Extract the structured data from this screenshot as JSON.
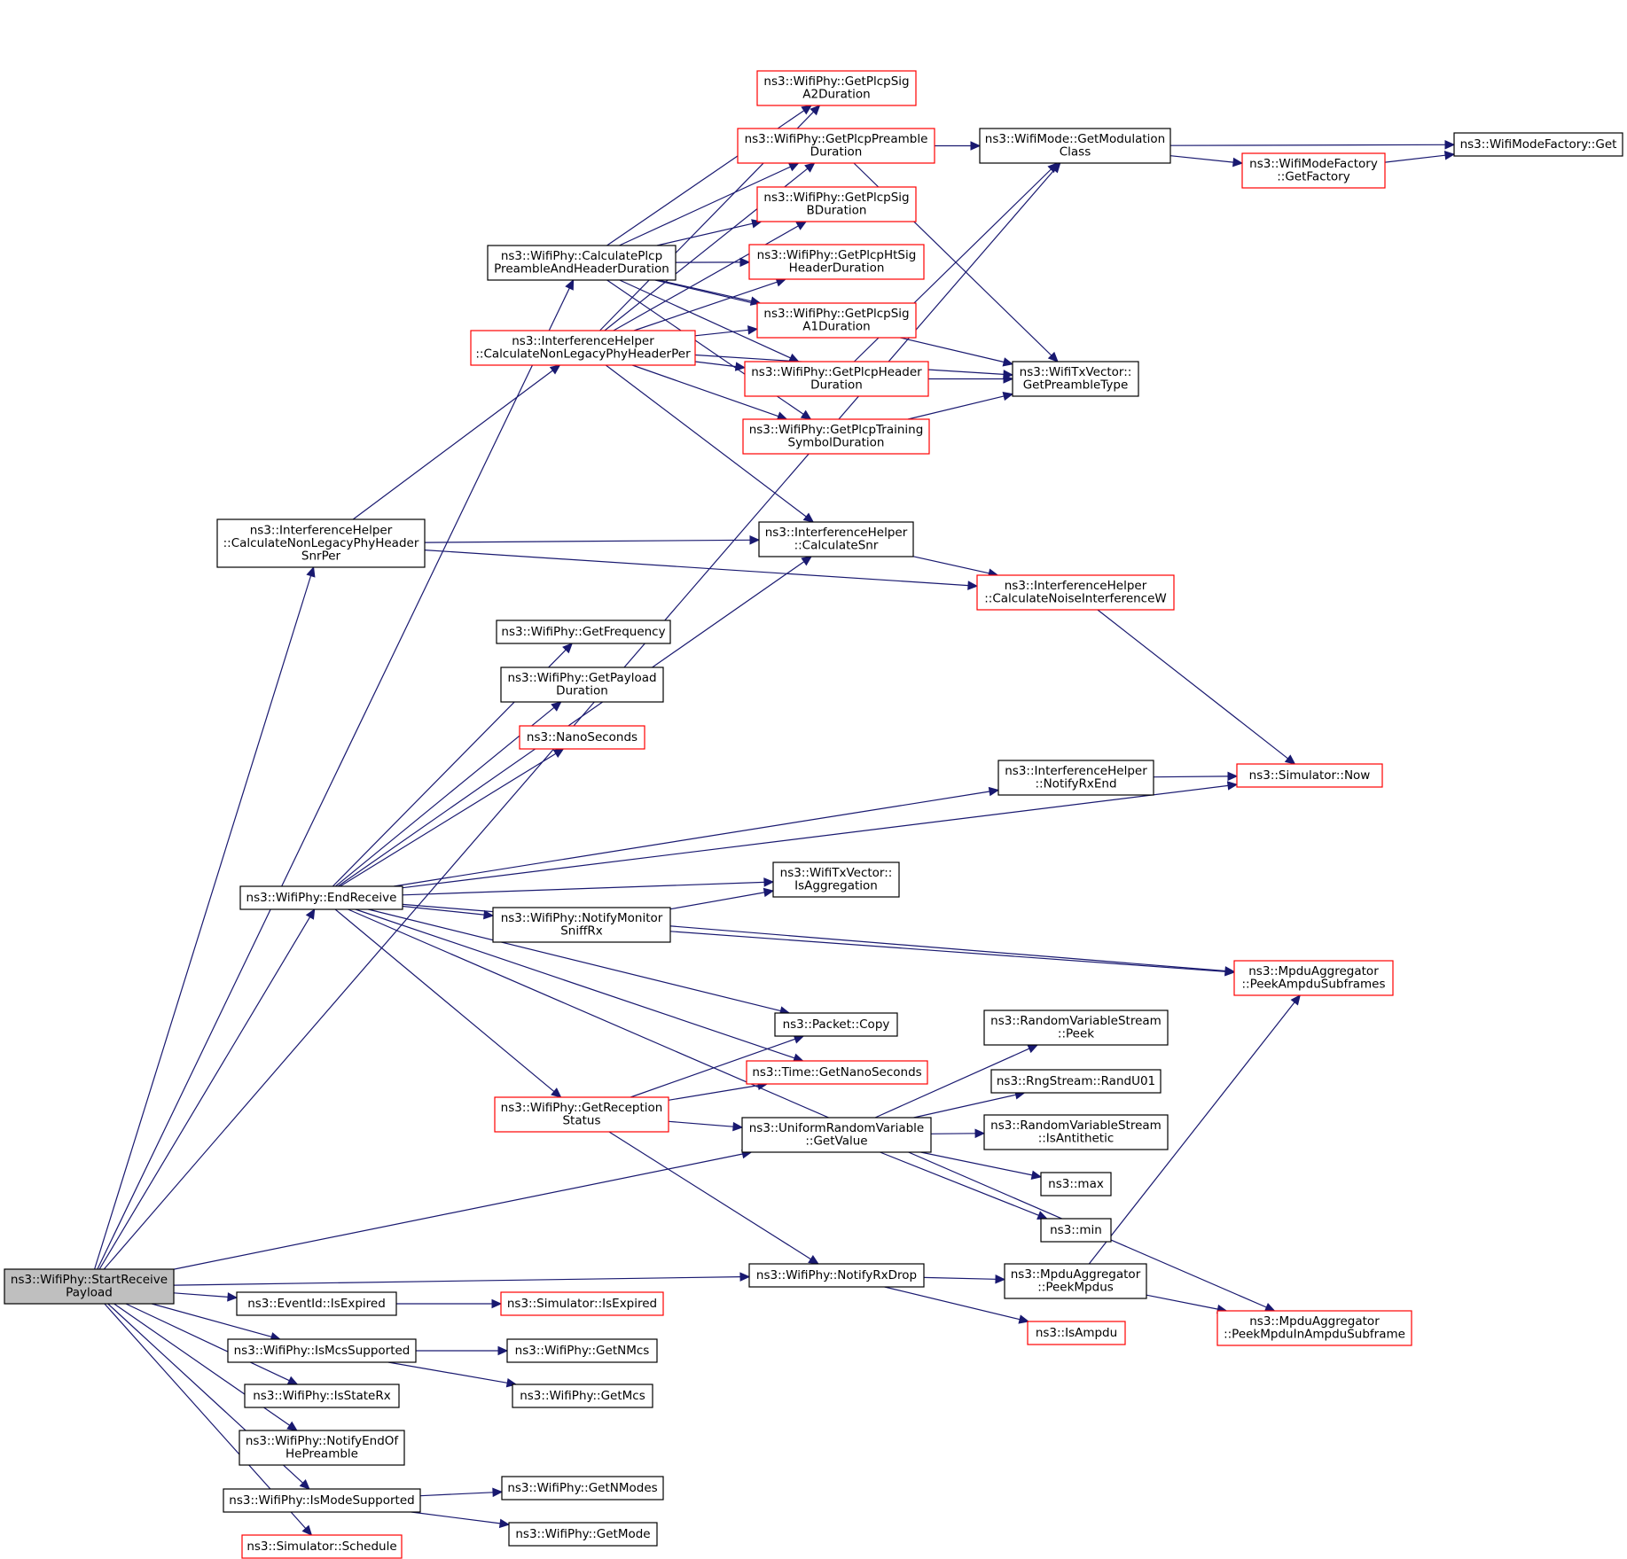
{
  "colors": {
    "edge": "#191970",
    "border_normal": "#000000",
    "border_truncated": "#ff0000",
    "root_fill": "#bfbfbf",
    "node_fill": "#ffffff"
  },
  "nodes": [
    {
      "id": "start",
      "lines": [
        "ns3::WifiPhy::StartReceive",
        "Payload"
      ],
      "kind": "root"
    },
    {
      "id": "calcPlcp",
      "lines": [
        "ns3::WifiPhy::CalculatePlcp",
        "PreambleAndHeaderDuration"
      ],
      "kind": "normal"
    },
    {
      "id": "ihNonLegacyPer",
      "lines": [
        "ns3::InterferenceHelper",
        "::CalculateNonLegacyPhyHeaderPer"
      ],
      "kind": "truncated"
    },
    {
      "id": "ihNonLegacySnrPer",
      "lines": [
        "ns3::InterferenceHelper",
        "::CalculateNonLegacyPhyHeader",
        "SnrPer"
      ],
      "kind": "normal"
    },
    {
      "id": "sigA2",
      "lines": [
        "ns3::WifiPhy::GetPlcpSig",
        "A2Duration"
      ],
      "kind": "truncated"
    },
    {
      "id": "preamble",
      "lines": [
        "ns3::WifiPhy::GetPlcpPreamble",
        "Duration"
      ],
      "kind": "truncated"
    },
    {
      "id": "sigB",
      "lines": [
        "ns3::WifiPhy::GetPlcpSig",
        "BDuration"
      ],
      "kind": "truncated"
    },
    {
      "id": "htSig",
      "lines": [
        "ns3::WifiPhy::GetPlcpHtSig",
        "HeaderDuration"
      ],
      "kind": "truncated"
    },
    {
      "id": "sigA1",
      "lines": [
        "ns3::WifiPhy::GetPlcpSig",
        "A1Duration"
      ],
      "kind": "truncated"
    },
    {
      "id": "header",
      "lines": [
        "ns3::WifiPhy::GetPlcpHeader",
        "Duration"
      ],
      "kind": "truncated"
    },
    {
      "id": "training",
      "lines": [
        "ns3::WifiPhy::GetPlcpTraining",
        "SymbolDuration"
      ],
      "kind": "truncated"
    },
    {
      "id": "modClass",
      "lines": [
        "ns3::WifiMode::GetModulation",
        "Class"
      ],
      "kind": "normal"
    },
    {
      "id": "getFactory",
      "lines": [
        "ns3::WifiModeFactory",
        "::GetFactory"
      ],
      "kind": "truncated"
    },
    {
      "id": "factGet",
      "lines": [
        "ns3::WifiModeFactory::Get"
      ],
      "kind": "normal"
    },
    {
      "id": "preambleType",
      "lines": [
        "ns3::WifiTxVector::",
        "GetPreambleType"
      ],
      "kind": "normal"
    },
    {
      "id": "calcSnr",
      "lines": [
        "ns3::InterferenceHelper",
        "::CalculateSnr"
      ],
      "kind": "normal"
    },
    {
      "id": "noiseW",
      "lines": [
        "ns3::InterferenceHelper",
        "::CalculateNoiseInterferenceW"
      ],
      "kind": "truncated"
    },
    {
      "id": "getFreq",
      "lines": [
        "ns3::WifiPhy::GetFrequency"
      ],
      "kind": "normal"
    },
    {
      "id": "payloadDur",
      "lines": [
        "ns3::WifiPhy::GetPayload",
        "Duration"
      ],
      "kind": "normal"
    },
    {
      "id": "nanoSec",
      "lines": [
        "ns3::NanoSeconds"
      ],
      "kind": "truncated"
    },
    {
      "id": "notifyRxEnd",
      "lines": [
        "ns3::InterferenceHelper",
        "::NotifyRxEnd"
      ],
      "kind": "normal"
    },
    {
      "id": "simNow",
      "lines": [
        "ns3::Simulator::Now"
      ],
      "kind": "truncated"
    },
    {
      "id": "endReceive",
      "lines": [
        "ns3::WifiPhy::EndReceive"
      ],
      "kind": "normal"
    },
    {
      "id": "isAggr",
      "lines": [
        "ns3::WifiTxVector::",
        "IsAggregation"
      ],
      "kind": "normal"
    },
    {
      "id": "monitorSniff",
      "lines": [
        "ns3::WifiPhy::NotifyMonitor",
        "SniffRx"
      ],
      "kind": "normal"
    },
    {
      "id": "peekSubframes",
      "lines": [
        "ns3::MpduAggregator",
        "::PeekAmpduSubframes"
      ],
      "kind": "truncated"
    },
    {
      "id": "pktCopy",
      "lines": [
        "ns3::Packet::Copy"
      ],
      "kind": "normal"
    },
    {
      "id": "rvsPeek",
      "lines": [
        "ns3::RandomVariableStream",
        "::Peek"
      ],
      "kind": "normal"
    },
    {
      "id": "timeNano",
      "lines": [
        "ns3::Time::GetNanoSeconds"
      ],
      "kind": "truncated"
    },
    {
      "id": "randU01",
      "lines": [
        "ns3::RngStream::RandU01"
      ],
      "kind": "normal"
    },
    {
      "id": "recStatus",
      "lines": [
        "ns3::WifiPhy::GetReception",
        "Status"
      ],
      "kind": "truncated"
    },
    {
      "id": "urvGetValue",
      "lines": [
        "ns3::UniformRandomVariable",
        "::GetValue"
      ],
      "kind": "normal"
    },
    {
      "id": "isAntithetic",
      "lines": [
        "ns3::RandomVariableStream",
        "::IsAntithetic"
      ],
      "kind": "normal"
    },
    {
      "id": "max",
      "lines": [
        "ns3::max"
      ],
      "kind": "normal"
    },
    {
      "id": "min",
      "lines": [
        "ns3::min"
      ],
      "kind": "normal"
    },
    {
      "id": "notifyRxDrop",
      "lines": [
        "ns3::WifiPhy::NotifyRxDrop"
      ],
      "kind": "normal"
    },
    {
      "id": "peekMpdus",
      "lines": [
        "ns3::MpduAggregator",
        "::PeekMpdus"
      ],
      "kind": "normal"
    },
    {
      "id": "peekInAmpdu",
      "lines": [
        "ns3::MpduAggregator",
        "::PeekMpduInAmpduSubframe"
      ],
      "kind": "truncated"
    },
    {
      "id": "isAmpdu",
      "lines": [
        "ns3::IsAmpdu"
      ],
      "kind": "truncated"
    },
    {
      "id": "eventExpired",
      "lines": [
        "ns3::EventId::IsExpired"
      ],
      "kind": "normal"
    },
    {
      "id": "simExpired",
      "lines": [
        "ns3::Simulator::IsExpired"
      ],
      "kind": "truncated"
    },
    {
      "id": "mcsSupported",
      "lines": [
        "ns3::WifiPhy::IsMcsSupported"
      ],
      "kind": "normal"
    },
    {
      "id": "getNMcs",
      "lines": [
        "ns3::WifiPhy::GetNMcs"
      ],
      "kind": "normal"
    },
    {
      "id": "getMcs",
      "lines": [
        "ns3::WifiPhy::GetMcs"
      ],
      "kind": "normal"
    },
    {
      "id": "isStateRx",
      "lines": [
        "ns3::WifiPhy::IsStateRx"
      ],
      "kind": "normal"
    },
    {
      "id": "endOfHe",
      "lines": [
        "ns3::WifiPhy::NotifyEndOf",
        "HePreamble"
      ],
      "kind": "normal"
    },
    {
      "id": "modeSupported",
      "lines": [
        "ns3::WifiPhy::IsModeSupported"
      ],
      "kind": "normal"
    },
    {
      "id": "getNModes",
      "lines": [
        "ns3::WifiPhy::GetNModes"
      ],
      "kind": "normal"
    },
    {
      "id": "getMode",
      "lines": [
        "ns3::WifiPhy::GetMode"
      ],
      "kind": "normal"
    },
    {
      "id": "schedule",
      "lines": [
        "ns3::Simulator::Schedule"
      ],
      "kind": "truncated"
    }
  ],
  "edges": [
    [
      "start",
      "calcPlcp"
    ],
    [
      "start",
      "ihNonLegacySnrPer"
    ],
    [
      "start",
      "modClass"
    ],
    [
      "start",
      "endReceive"
    ],
    [
      "start",
      "urvGetValue"
    ],
    [
      "start",
      "notifyRxDrop"
    ],
    [
      "start",
      "eventExpired"
    ],
    [
      "start",
      "mcsSupported"
    ],
    [
      "start",
      "isStateRx"
    ],
    [
      "start",
      "endOfHe"
    ],
    [
      "start",
      "modeSupported"
    ],
    [
      "start",
      "schedule"
    ],
    [
      "calcPlcp",
      "sigA2"
    ],
    [
      "calcPlcp",
      "preamble"
    ],
    [
      "calcPlcp",
      "sigB"
    ],
    [
      "calcPlcp",
      "htSig"
    ],
    [
      "calcPlcp",
      "sigA1"
    ],
    [
      "calcPlcp",
      "header"
    ],
    [
      "calcPlcp",
      "training"
    ],
    [
      "calcPlcp",
      "preambleType"
    ],
    [
      "ihNonLegacyPer",
      "sigA2"
    ],
    [
      "ihNonLegacyPer",
      "preamble"
    ],
    [
      "ihNonLegacyPer",
      "sigB"
    ],
    [
      "ihNonLegacyPer",
      "htSig"
    ],
    [
      "ihNonLegacyPer",
      "sigA1"
    ],
    [
      "ihNonLegacyPer",
      "header"
    ],
    [
      "ihNonLegacyPer",
      "training"
    ],
    [
      "ihNonLegacyPer",
      "preambleType"
    ],
    [
      "ihNonLegacyPer",
      "calcSnr"
    ],
    [
      "ihNonLegacySnrPer",
      "ihNonLegacyPer"
    ],
    [
      "ihNonLegacySnrPer",
      "calcSnr"
    ],
    [
      "ihNonLegacySnrPer",
      "noiseW"
    ],
    [
      "preamble",
      "modClass"
    ],
    [
      "preamble",
      "preambleType"
    ],
    [
      "header",
      "modClass"
    ],
    [
      "header",
      "preambleType"
    ],
    [
      "training",
      "preambleType"
    ],
    [
      "modClass",
      "factGet"
    ],
    [
      "modClass",
      "getFactory"
    ],
    [
      "getFactory",
      "factGet"
    ],
    [
      "calcSnr",
      "noiseW"
    ],
    [
      "noiseW",
      "simNow"
    ],
    [
      "notifyRxEnd",
      "simNow"
    ],
    [
      "endReceive",
      "calcSnr"
    ],
    [
      "endReceive",
      "getFreq"
    ],
    [
      "endReceive",
      "payloadDur"
    ],
    [
      "endReceive",
      "nanoSec"
    ],
    [
      "endReceive",
      "notifyRxEnd"
    ],
    [
      "endReceive",
      "simNow"
    ],
    [
      "endReceive",
      "isAggr"
    ],
    [
      "endReceive",
      "monitorSniff"
    ],
    [
      "endReceive",
      "peekSubframes"
    ],
    [
      "endReceive",
      "pktCopy"
    ],
    [
      "endReceive",
      "timeNano"
    ],
    [
      "endReceive",
      "recStatus"
    ],
    [
      "endReceive",
      "peekInAmpdu"
    ],
    [
      "monitorSniff",
      "isAggr"
    ],
    [
      "monitorSniff",
      "peekSubframes"
    ],
    [
      "recStatus",
      "pktCopy"
    ],
    [
      "recStatus",
      "timeNano"
    ],
    [
      "recStatus",
      "urvGetValue"
    ],
    [
      "recStatus",
      "notifyRxDrop"
    ],
    [
      "urvGetValue",
      "rvsPeek"
    ],
    [
      "urvGetValue",
      "randU01"
    ],
    [
      "urvGetValue",
      "isAntithetic"
    ],
    [
      "urvGetValue",
      "max"
    ],
    [
      "urvGetValue",
      "min"
    ],
    [
      "notifyRxDrop",
      "peekMpdus"
    ],
    [
      "notifyRxDrop",
      "isAmpdu"
    ],
    [
      "peekMpdus",
      "peekSubframes"
    ],
    [
      "peekMpdus",
      "peekInAmpdu"
    ],
    [
      "eventExpired",
      "simExpired"
    ],
    [
      "mcsSupported",
      "getNMcs"
    ],
    [
      "mcsSupported",
      "getMcs"
    ],
    [
      "modeSupported",
      "getNModes"
    ],
    [
      "modeSupported",
      "getMode"
    ]
  ]
}
